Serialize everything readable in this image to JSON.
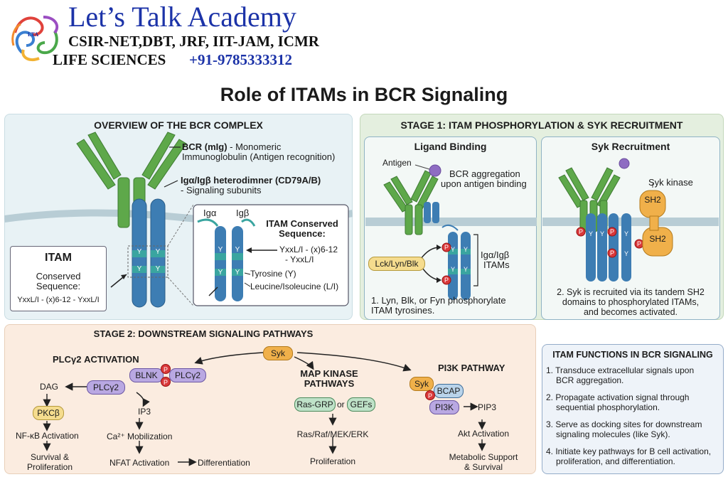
{
  "header": {
    "academy": "Let’s Talk Academy",
    "exams": "CSIR-NET,DBT, JRF, IIT-JAM, ICMR",
    "subject": "LIFE SCIENCES",
    "phone": "+91-9785333312",
    "logo_text": "LTA"
  },
  "title": "Role of ITAMs in BCR Signaling",
  "overview": {
    "heading": "OVERVIEW OF THE BCR COMPLEX",
    "bcr_label": "BCR (mIg)",
    "bcr_desc1": " - Monomeric",
    "bcr_desc2": "Immunoglobulin (Antigen recognition)",
    "hetero_label": "Igα/Igβ heterodimner (CD79A/B)",
    "hetero_desc": "- Signaling subunits",
    "itam_title": "ITAM",
    "itam_desc1": "Conserved",
    "itam_desc2": "Sequence:",
    "itam_desc3": "YxxL/I - (x)6-12 - YxxL/I",
    "zoom_iga": "Igα",
    "zoom_igb": "Igβ",
    "zoom_title1": "ITAM Conserved",
    "zoom_title2": "Sequence:",
    "zoom_seq1": "YxxL/I - (x)6-12",
    "zoom_seq2": "- YxxL/I",
    "tyrosine": "Tyrosine (Y)",
    "leucine": "Leucine/Isoleucine (L/I)",
    "y": "Y"
  },
  "stage1": {
    "heading": "STAGE 1: ITAM PHOSPHORYLATION & SYK RECRUITMENT",
    "ligand_heading": "Ligand Binding",
    "antigen": "Antigen",
    "aggregation1": "BCR aggregation",
    "aggregation2": "upon antigen binding",
    "kinases": "Lck/Lyn/Blk",
    "itams1": "Igα/Igβ",
    "itams2": "ITAMs",
    "note1a": "1. Lyn, Blk, or Fyn phosphorylate",
    "note1b": "ITAM tyrosines.",
    "syk_heading": "Syk Recruitment",
    "syk_kinase": "Syk kinase",
    "sh2": "SH2",
    "note2a": "2. Syk is recruited via its tandem SH2",
    "note2b": "domains to phosphorylated ITAMs,",
    "note2c": "and becomes activated.",
    "p": "P",
    "y": "Y"
  },
  "stage2": {
    "heading": "STAGE 2: DOWNSTREAM SIGNALING PATHWAYS",
    "syk": "Syk",
    "plc_heading": "PLCγ2 ACTIVATION",
    "blnk": "BLNK",
    "plcg2": "PLCγ2",
    "dag": "DAG",
    "ip3": "IP3",
    "pkcb": "PKCβ",
    "nfkb": "NF-κB Activation",
    "survival1": "Survival &",
    "survival2": "Proliferation",
    "ca": "Ca²⁺ Mobilization",
    "nfat": "NFAT Activation",
    "differentiation": "Differentiation",
    "mapk_heading1": "MAP KINASE",
    "mapk_heading2": "PATHWAYS",
    "rasgrp": "Ras-GRP",
    "or": "or",
    "gefs": "GEFs",
    "ras": "Ras/Raf/MEK/ERK",
    "proliferation": "Proliferation",
    "pi3k_heading": "PI3K PATHWAY",
    "bcap": "BCAP",
    "pi3k": "PI3K",
    "pip3": "PIP3",
    "akt": "Akt Activation",
    "metabolic1": "Metabolic Support",
    "metabolic2": "& Survival",
    "p": "P"
  },
  "functions": {
    "heading": "ITAM FUNCTIONS IN BCR SIGNALING",
    "items": [
      [
        "1. Transduce extracellular signals upon",
        "BCR aggregation."
      ],
      [
        "2. Propagate activation signal through",
        "sequential phosphorylation."
      ],
      [
        "3. Serve as docking sites for downstream",
        "signaling molecules (like Syk)."
      ],
      [
        "4. Initiate key pathways for B cell activation,",
        "proliferation, and differentiation."
      ]
    ]
  },
  "colors": {
    "green": "#5ea84a",
    "blue": "#3d7db3",
    "teal": "#3aa5a0",
    "phospho": "#d9383a",
    "syk": "#f0b04a",
    "purple": "#8e6cc2",
    "light_purple": "#b9a8e2",
    "title_blue": "#1c33a8"
  }
}
